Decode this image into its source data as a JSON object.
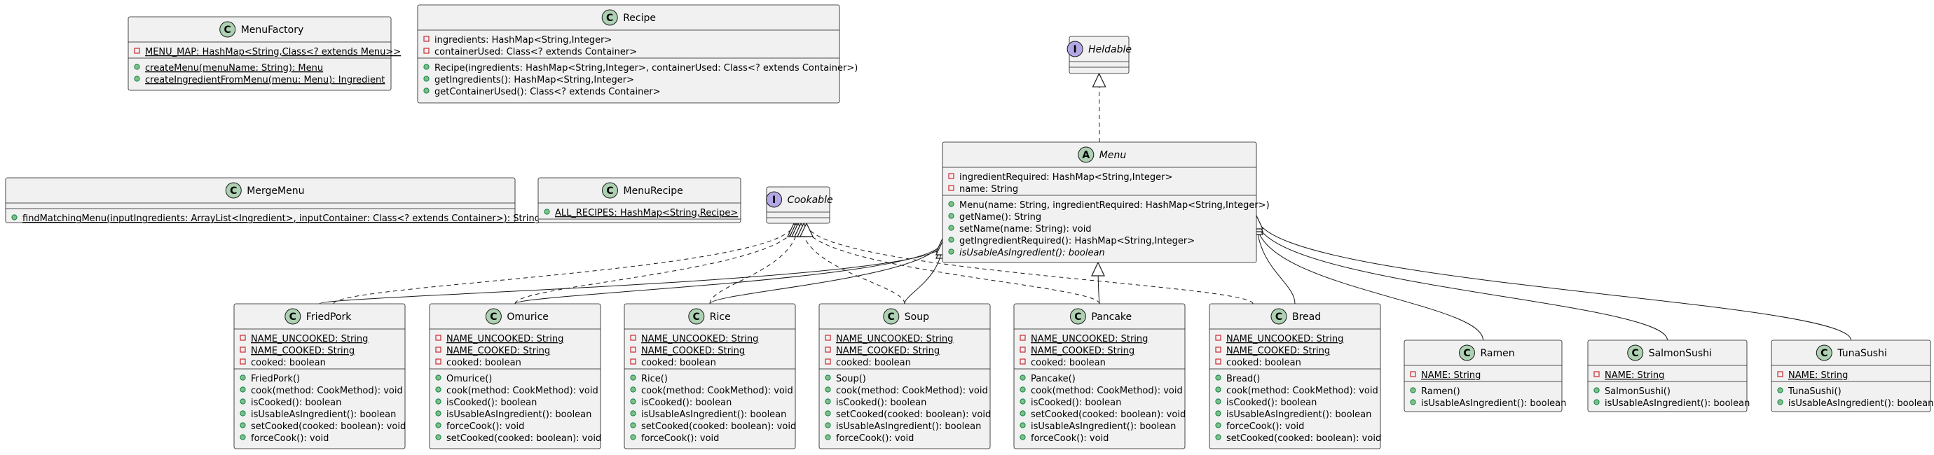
{
  "colors": {
    "box_fill": "#F1F1F1",
    "box_stroke": "#181818",
    "class_badge": "#ADD1B2",
    "interface_badge": "#B4A7E5",
    "private_marker": "#C82930",
    "public_marker": "#84BE84",
    "text": "#000000"
  },
  "classes": [
    {
      "id": "MenuFactory",
      "kind": "class",
      "name": "MenuFactory",
      "fields": [
        {
          "vis": "private",
          "text": "MENU_MAP: HashMap<String,Class<? extends Menu>>",
          "static": true
        }
      ],
      "methods": [
        {
          "vis": "public",
          "text": "createMenu(menuName: String): Menu",
          "static": true
        },
        {
          "vis": "public",
          "text": "createIngredientFromMenu(menu: Menu): Ingredient",
          "static": true
        }
      ]
    },
    {
      "id": "Recipe",
      "kind": "class",
      "name": "Recipe",
      "fields": [
        {
          "vis": "private",
          "text": "ingredients: HashMap<String,Integer>"
        },
        {
          "vis": "private",
          "text": "containerUsed: Class<? extends Container>"
        }
      ],
      "methods": [
        {
          "vis": "public",
          "text": "Recipe(ingredients: HashMap<String,Integer>, containerUsed: Class<? extends Container>)"
        },
        {
          "vis": "public",
          "text": "getIngredients(): HashMap<String,Integer>"
        },
        {
          "vis": "public",
          "text": "getContainerUsed(): Class<? extends Container>"
        }
      ]
    },
    {
      "id": "Heldable",
      "kind": "interface",
      "name": "Heldable",
      "fields": [],
      "methods": []
    },
    {
      "id": "MergeMenu",
      "kind": "class",
      "name": "MergeMenu",
      "fields": [],
      "methods": [
        {
          "vis": "public",
          "text": "findMatchingMenu(inputIngredients: ArrayList<Ingredient>, inputContainer: Class<? extends Container>): String",
          "static": true
        }
      ]
    },
    {
      "id": "MenuRecipe",
      "kind": "class",
      "name": "MenuRecipe",
      "fields": [
        {
          "vis": "public",
          "text": "ALL_RECIPES: HashMap<String,Recipe>",
          "static": true
        }
      ],
      "methods": []
    },
    {
      "id": "Cookable",
      "kind": "interface",
      "name": "Cookable",
      "fields": [],
      "methods": []
    },
    {
      "id": "Menu",
      "kind": "abstract",
      "name": "Menu",
      "fields": [
        {
          "vis": "private",
          "text": "ingredientRequired: HashMap<String,Integer>"
        },
        {
          "vis": "private",
          "text": "name: String"
        }
      ],
      "methods": [
        {
          "vis": "public",
          "text": "Menu(name: String, ingredientRequired: HashMap<String,Integer>)"
        },
        {
          "vis": "public",
          "text": "getName(): String"
        },
        {
          "vis": "public",
          "text": "setName(name: String): void"
        },
        {
          "vis": "public",
          "text": "getIngredientRequired(): HashMap<String,Integer>"
        },
        {
          "vis": "public",
          "text": "isUsableAsIngredient(): boolean",
          "abstract": true
        }
      ]
    },
    {
      "id": "FriedPork",
      "kind": "class",
      "name": "FriedPork",
      "fields": [
        {
          "vis": "private",
          "text": "NAME_UNCOOKED: String",
          "static": true
        },
        {
          "vis": "private",
          "text": "NAME_COOKED: String",
          "static": true
        },
        {
          "vis": "private",
          "text": "cooked: boolean"
        }
      ],
      "methods": [
        {
          "vis": "public",
          "text": "FriedPork()"
        },
        {
          "vis": "public",
          "text": "cook(method: CookMethod): void"
        },
        {
          "vis": "public",
          "text": "isCooked(): boolean"
        },
        {
          "vis": "public",
          "text": "isUsableAsIngredient(): boolean"
        },
        {
          "vis": "public",
          "text": "setCooked(cooked: boolean): void"
        },
        {
          "vis": "public",
          "text": "forceCook(): void"
        }
      ]
    },
    {
      "id": "Omurice",
      "kind": "class",
      "name": "Omurice",
      "fields": [
        {
          "vis": "private",
          "text": "NAME_UNCOOKED: String",
          "static": true
        },
        {
          "vis": "private",
          "text": "NAME_COOKED: String",
          "static": true
        },
        {
          "vis": "private",
          "text": "cooked: boolean"
        }
      ],
      "methods": [
        {
          "vis": "public",
          "text": "Omurice()"
        },
        {
          "vis": "public",
          "text": "cook(method: CookMethod): void"
        },
        {
          "vis": "public",
          "text": "isCooked(): boolean"
        },
        {
          "vis": "public",
          "text": "isUsableAsIngredient(): boolean"
        },
        {
          "vis": "public",
          "text": "forceCook(): void"
        },
        {
          "vis": "public",
          "text": "setCooked(cooked: boolean): void"
        }
      ]
    },
    {
      "id": "Rice",
      "kind": "class",
      "name": "Rice",
      "fields": [
        {
          "vis": "private",
          "text": "NAME_UNCOOKED: String",
          "static": true
        },
        {
          "vis": "private",
          "text": "NAME_COOKED: String",
          "static": true
        },
        {
          "vis": "private",
          "text": "cooked: boolean"
        }
      ],
      "methods": [
        {
          "vis": "public",
          "text": "Rice()"
        },
        {
          "vis": "public",
          "text": "cook(method: CookMethod): void"
        },
        {
          "vis": "public",
          "text": "isCooked(): boolean"
        },
        {
          "vis": "public",
          "text": "isUsableAsIngredient(): boolean"
        },
        {
          "vis": "public",
          "text": "setCooked(cooked: boolean): void"
        },
        {
          "vis": "public",
          "text": "forceCook(): void"
        }
      ]
    },
    {
      "id": "Soup",
      "kind": "class",
      "name": "Soup",
      "fields": [
        {
          "vis": "private",
          "text": "NAME_UNCOOKED: String",
          "static": true
        },
        {
          "vis": "private",
          "text": "NAME_COOKED: String",
          "static": true
        },
        {
          "vis": "private",
          "text": "cooked: boolean"
        }
      ],
      "methods": [
        {
          "vis": "public",
          "text": "Soup()"
        },
        {
          "vis": "public",
          "text": "cook(method: CookMethod): void"
        },
        {
          "vis": "public",
          "text": "isCooked(): boolean"
        },
        {
          "vis": "public",
          "text": "setCooked(cooked: boolean): void"
        },
        {
          "vis": "public",
          "text": "isUsableAsIngredient(): boolean"
        },
        {
          "vis": "public",
          "text": "forceCook(): void"
        }
      ]
    },
    {
      "id": "Pancake",
      "kind": "class",
      "name": "Pancake",
      "fields": [
        {
          "vis": "private",
          "text": "NAME_UNCOOKED: String",
          "static": true
        },
        {
          "vis": "private",
          "text": "NAME_COOKED: String",
          "static": true
        },
        {
          "vis": "private",
          "text": "cooked: boolean"
        }
      ],
      "methods": [
        {
          "vis": "public",
          "text": "Pancake()"
        },
        {
          "vis": "public",
          "text": "cook(method: CookMethod): void"
        },
        {
          "vis": "public",
          "text": "isCooked(): boolean"
        },
        {
          "vis": "public",
          "text": "setCooked(cooked: boolean): void"
        },
        {
          "vis": "public",
          "text": "isUsableAsIngredient(): boolean"
        },
        {
          "vis": "public",
          "text": "forceCook(): void"
        }
      ]
    },
    {
      "id": "Bread",
      "kind": "class",
      "name": "Bread",
      "fields": [
        {
          "vis": "private",
          "text": "NAME_UNCOOKED: String",
          "static": true
        },
        {
          "vis": "private",
          "text": "NAME_COOKED: String",
          "static": true
        },
        {
          "vis": "private",
          "text": "cooked: boolean"
        }
      ],
      "methods": [
        {
          "vis": "public",
          "text": "Bread()"
        },
        {
          "vis": "public",
          "text": "cook(method: CookMethod): void"
        },
        {
          "vis": "public",
          "text": "isCooked(): boolean"
        },
        {
          "vis": "public",
          "text": "isUsableAsIngredient(): boolean"
        },
        {
          "vis": "public",
          "text": "forceCook(): void"
        },
        {
          "vis": "public",
          "text": "setCooked(cooked: boolean): void"
        }
      ]
    },
    {
      "id": "Ramen",
      "kind": "class",
      "name": "Ramen",
      "fields": [
        {
          "vis": "private",
          "text": "NAME: String",
          "static": true
        }
      ],
      "methods": [
        {
          "vis": "public",
          "text": "Ramen()"
        },
        {
          "vis": "public",
          "text": "isUsableAsIngredient(): boolean"
        }
      ]
    },
    {
      "id": "SalmonSushi",
      "kind": "class",
      "name": "SalmonSushi",
      "fields": [
        {
          "vis": "private",
          "text": "NAME: String",
          "static": true
        }
      ],
      "methods": [
        {
          "vis": "public",
          "text": "SalmonSushi()"
        },
        {
          "vis": "public",
          "text": "isUsableAsIngredient(): boolean"
        }
      ]
    },
    {
      "id": "TunaSushi",
      "kind": "class",
      "name": "TunaSushi",
      "fields": [
        {
          "vis": "private",
          "text": "NAME: String",
          "static": true
        }
      ],
      "methods": [
        {
          "vis": "public",
          "text": "TunaSushi()"
        },
        {
          "vis": "public",
          "text": "isUsableAsIngredient(): boolean"
        }
      ]
    }
  ],
  "relations": [
    {
      "from": "Menu",
      "to": "Heldable",
      "type": "realization"
    },
    {
      "from": "FriedPork",
      "to": "Menu",
      "type": "generalization"
    },
    {
      "from": "Omurice",
      "to": "Menu",
      "type": "generalization"
    },
    {
      "from": "Rice",
      "to": "Menu",
      "type": "generalization"
    },
    {
      "from": "Soup",
      "to": "Menu",
      "type": "generalization"
    },
    {
      "from": "Pancake",
      "to": "Menu",
      "type": "generalization"
    },
    {
      "from": "Bread",
      "to": "Menu",
      "type": "generalization"
    },
    {
      "from": "Ramen",
      "to": "Menu",
      "type": "generalization"
    },
    {
      "from": "SalmonSushi",
      "to": "Menu",
      "type": "generalization"
    },
    {
      "from": "TunaSushi",
      "to": "Menu",
      "type": "generalization"
    },
    {
      "from": "FriedPork",
      "to": "Cookable",
      "type": "realization"
    },
    {
      "from": "Omurice",
      "to": "Cookable",
      "type": "realization"
    },
    {
      "from": "Rice",
      "to": "Cookable",
      "type": "realization"
    },
    {
      "from": "Soup",
      "to": "Cookable",
      "type": "realization"
    },
    {
      "from": "Pancake",
      "to": "Cookable",
      "type": "realization"
    },
    {
      "from": "Bread",
      "to": "Cookable",
      "type": "realization"
    }
  ]
}
